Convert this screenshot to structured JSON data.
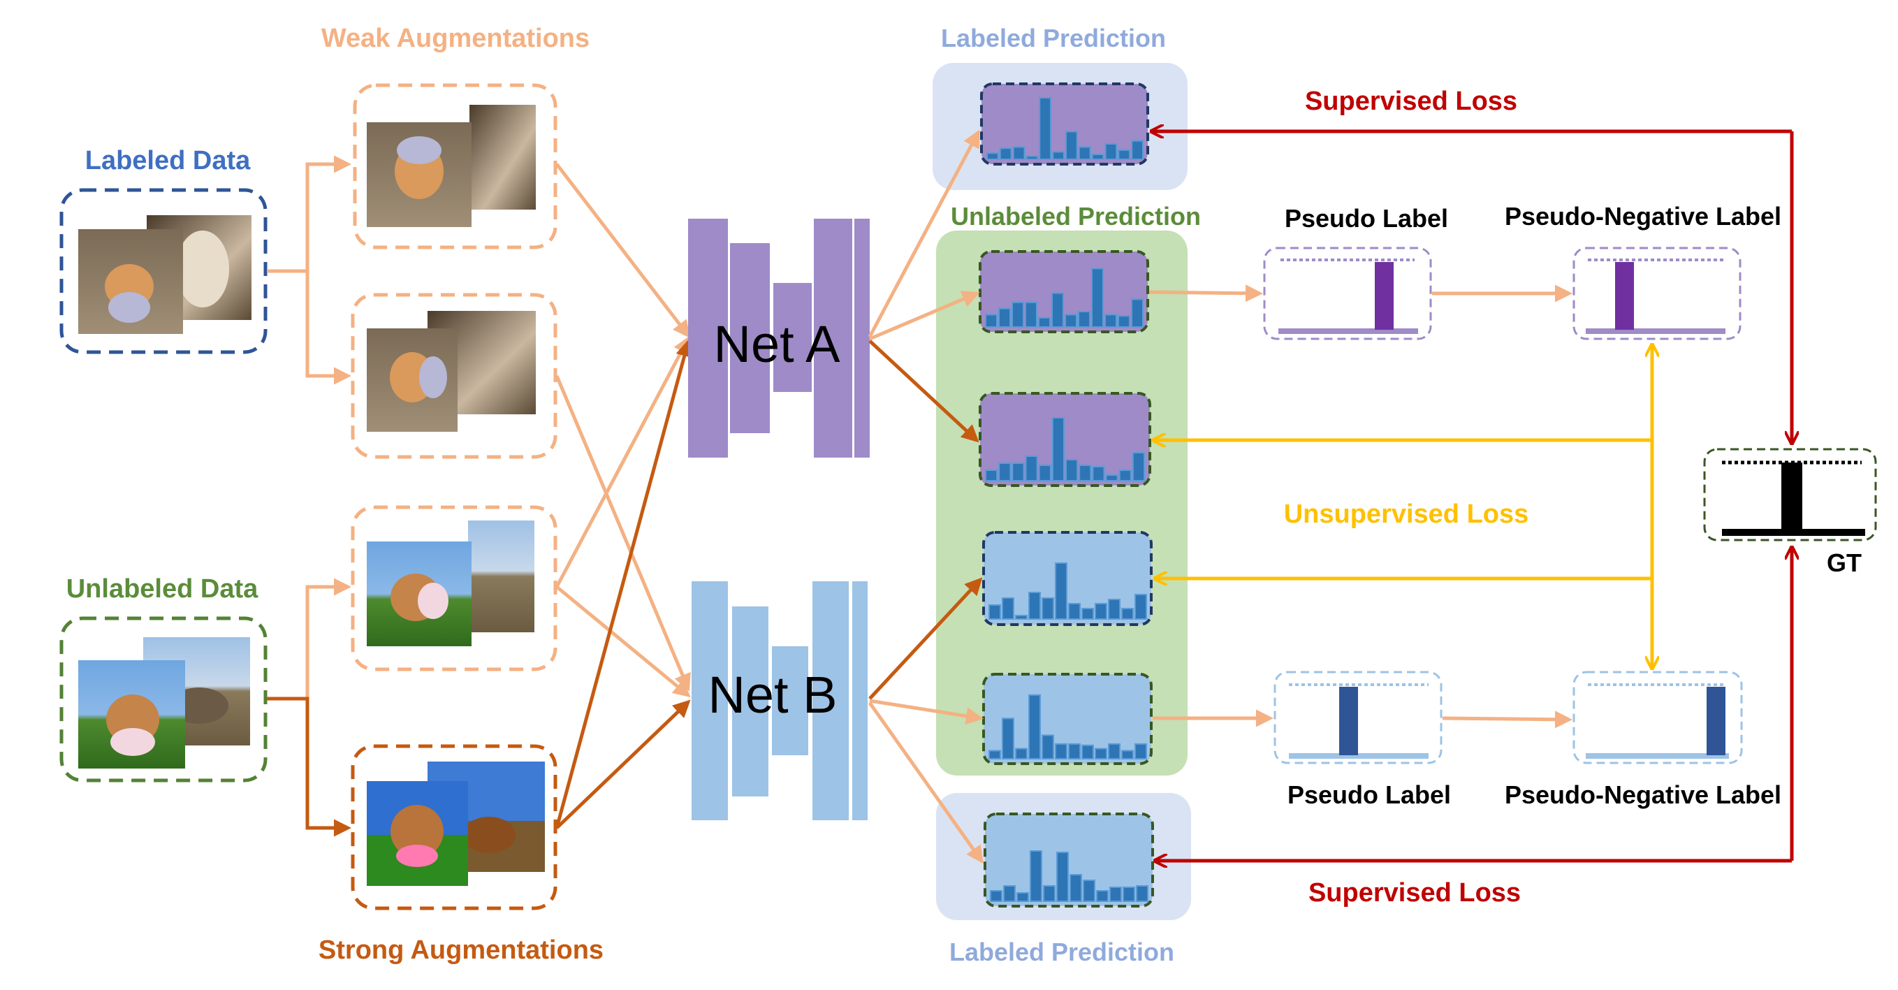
{
  "labels": {
    "weak_aug": "Weak Augmentations",
    "strong_aug": "Strong Augmentations",
    "labeled_data": "Labeled Data",
    "unlabeled_data": "Unlabeled Data",
    "net_a": "Net A",
    "net_b": "Net B",
    "labeled_pred_top": "Labeled Prediction",
    "labeled_pred_bottom": "Labeled Prediction",
    "unlabeled_pred": "Unlabeled Prediction",
    "pseudo_label_top": "Pseudo Label",
    "pseudo_label_bottom": "Pseudo Label",
    "pseudo_neg_top": "Pseudo-Negative Label",
    "pseudo_neg_bottom": "Pseudo-Negative Label",
    "supervised_top": "Supervised Loss",
    "supervised_bottom": "Supervised Loss",
    "unsupervised": "Unsupervised Loss",
    "gt": "GT"
  },
  "colors": {
    "labeled_blue": "#3f6fc2",
    "unlabeled_green": "#5b8c3a",
    "weak_orange": "#f4b183",
    "strong_orange": "#c55a11",
    "net_a_purple": "#9e8bc8",
    "net_b_blue": "#9dc3e6",
    "bar_blue": "#2e75b6",
    "supervised_red": "#c00000",
    "unsupervised_yellow": "#ffc000",
    "pred_bg": "#dae3f3",
    "unlabeled_bg": "#c5e0b4",
    "label_pred_text": "#8faadc"
  },
  "histograms": {
    "a_labeled": [
      0.1,
      0.18,
      0.2,
      0.05,
      1.0,
      0.12,
      0.45,
      0.2,
      0.08,
      0.25,
      0.15,
      0.3
    ],
    "a_unlabeled_weak": [
      0.2,
      0.3,
      0.4,
      0.4,
      0.15,
      0.55,
      0.2,
      0.25,
      0.95,
      0.2,
      0.18,
      0.45
    ],
    "a_unlabeled_strong": [
      0.15,
      0.25,
      0.25,
      0.35,
      0.22,
      0.9,
      0.3,
      0.22,
      0.2,
      0.08,
      0.15,
      0.4
    ],
    "b_unlabeled_strong": [
      0.2,
      0.3,
      0.05,
      0.38,
      0.3,
      0.8,
      0.22,
      0.15,
      0.22,
      0.28,
      0.15,
      0.35
    ],
    "b_unlabeled_weak": [
      0.12,
      0.6,
      0.15,
      0.95,
      0.35,
      0.22,
      0.22,
      0.2,
      0.15,
      0.22,
      0.12,
      0.22
    ],
    "b_labeled": [
      0.15,
      0.22,
      0.12,
      0.72,
      0.22,
      0.7,
      0.38,
      0.3,
      0.15,
      0.2,
      0.2,
      0.22
    ]
  }
}
